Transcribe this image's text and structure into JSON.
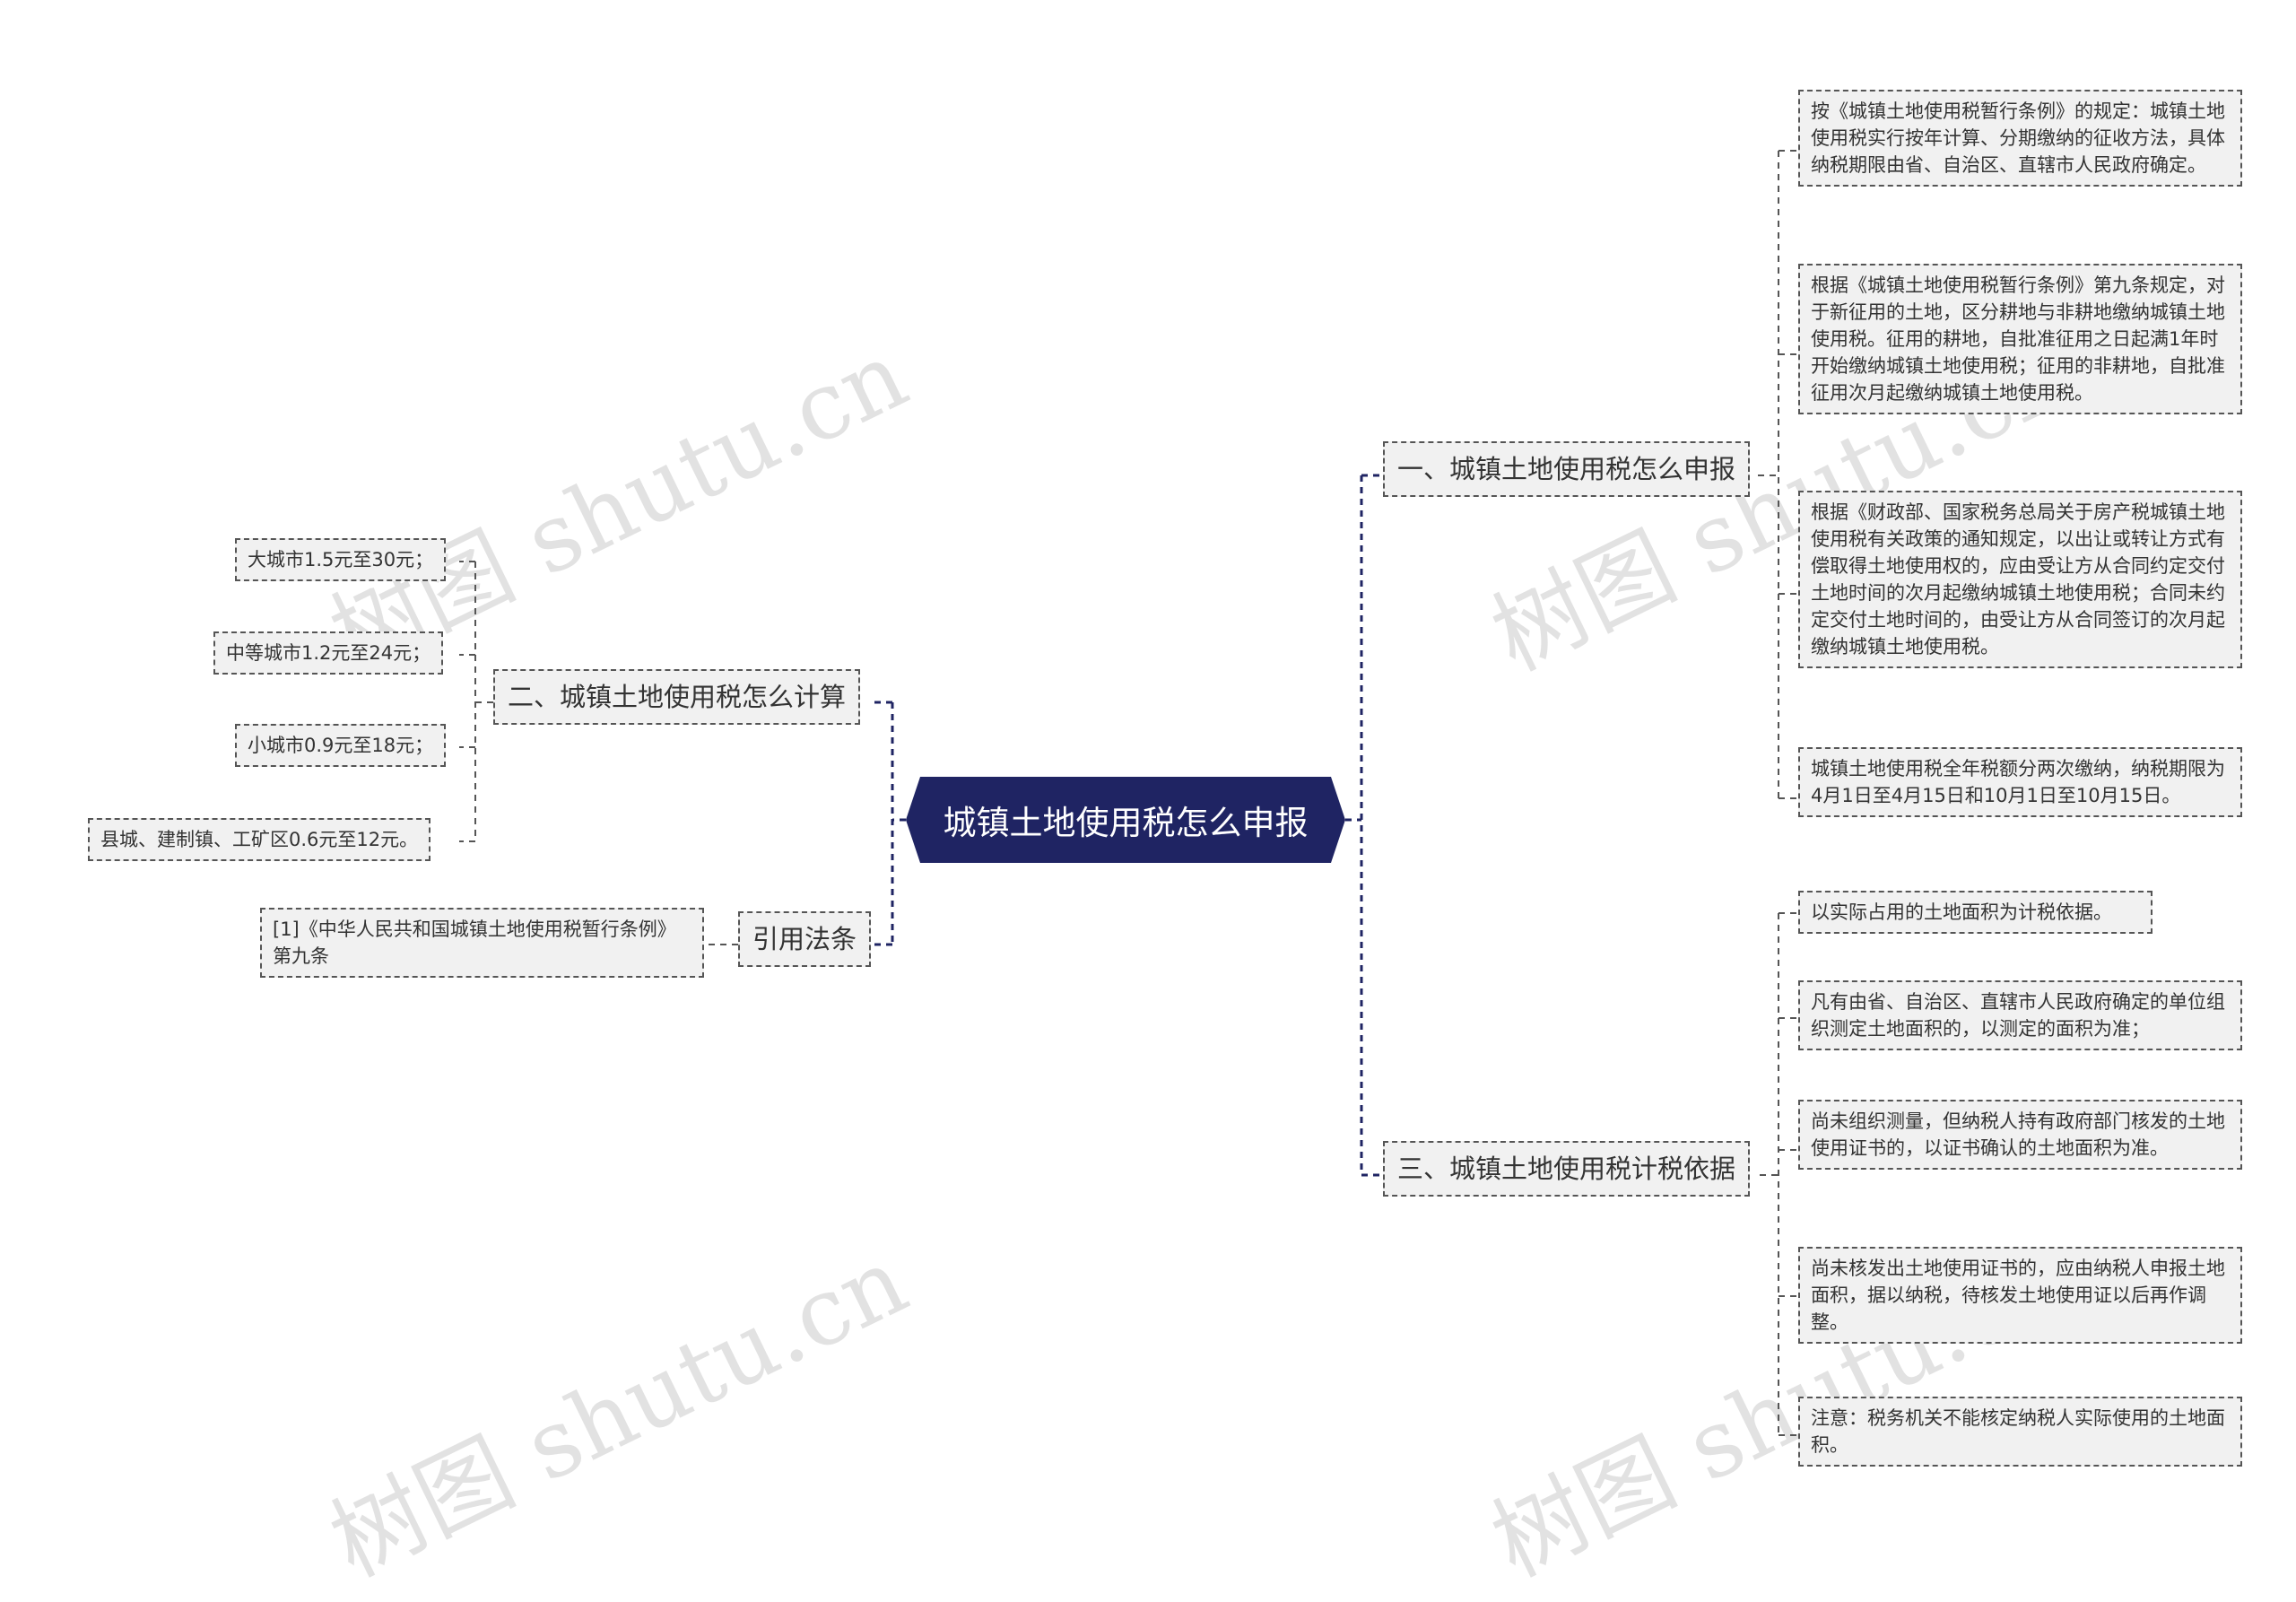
{
  "watermark": "树图 shutu.cn",
  "colors": {
    "root_fill": "#1f2463",
    "line": "#1f2463",
    "node_fill": "#f1f1f1"
  },
  "root": "城镇土地使用税怎么申报",
  "branches": {
    "declare": {
      "label": "一、城镇土地使用税怎么申报",
      "items": [
        "按《城镇土地使用税暂行条例》的规定：城镇土地使用税实行按年计算、分期缴纳的征收方法，具体纳税期限由省、自治区、直辖市人民政府确定。",
        "根据《城镇土地使用税暂行条例》第九条规定，对于新征用的土地，区分耕地与非耕地缴纳城镇土地使用税。征用的耕地，自批准征用之日起满1年时开始缴纳城镇土地使用税；征用的非耕地，自批准征用次月起缴纳城镇土地使用税。",
        "根据《财政部、国家税务总局关于房产税城镇土地使用税有关政策的通知规定，以出让或转让方式有偿取得土地使用权的，应由受让方从合同约定交付土地时间的次月起缴纳城镇土地使用税；合同未约定交付土地时间的，由受让方从合同签订的次月起缴纳城镇土地使用税。",
        "城镇土地使用税全年税额分两次缴纳，纳税期限为4月1日至4月15日和10月1日至10月15日。"
      ]
    },
    "basis": {
      "label": "三、城镇土地使用税计税依据",
      "items": [
        "以实际占用的土地面积为计税依据。",
        "凡有由省、自治区、直辖市人民政府确定的单位组织测定土地面积的，以测定的面积为准；",
        "尚未组织测量，但纳税人持有政府部门核发的土地使用证书的，以证书确认的土地面积为准。",
        "尚未核发出土地使用证书的，应由纳税人申报土地面积，据以纳税，待核发土地使用证以后再作调整。",
        "注意：税务机关不能核定纳税人实际使用的土地面积。"
      ]
    },
    "calc": {
      "label": "二、城镇土地使用税怎么计算",
      "items": [
        "大城市1.5元至30元；",
        "中等城市1.2元至24元；",
        "小城市0.9元至18元；",
        "县城、建制镇、工矿区0.6元至12元。"
      ]
    },
    "law": {
      "label": "引用法条",
      "items": [
        "[1]《中华人民共和国城镇土地使用税暂行条例》 第九条"
      ]
    }
  }
}
